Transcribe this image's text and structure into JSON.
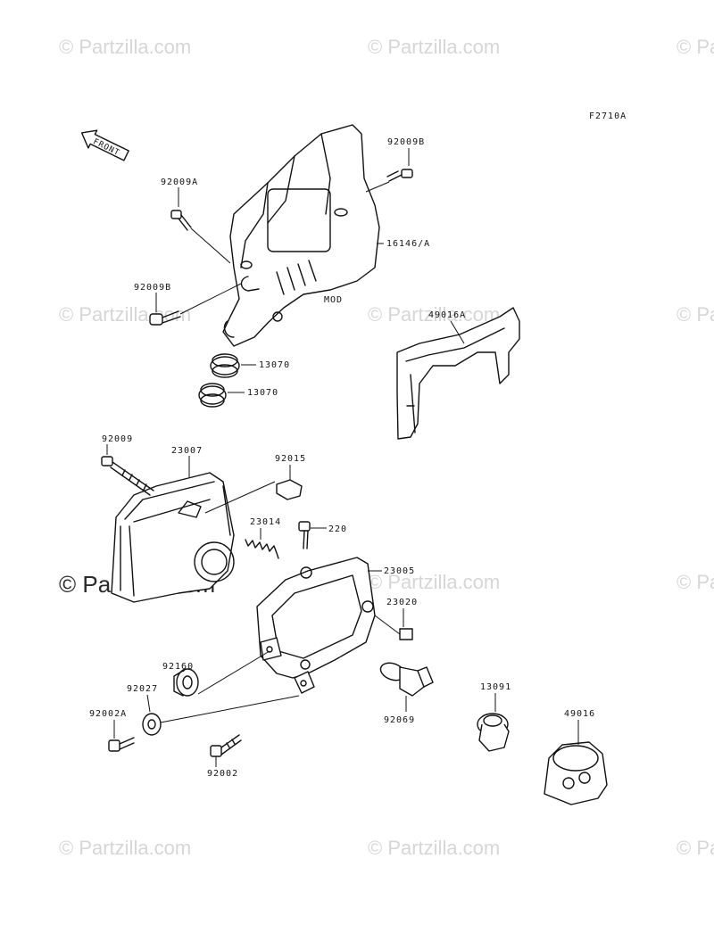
{
  "figure_code": "F2710A",
  "front_label": "FRONT",
  "mod_label": "MOD",
  "watermark_text": "© Partzilla.com",
  "parts": {
    "p92009B_top": "92009B",
    "p92009A": "92009A",
    "p16146A": "16146/A",
    "p92009B_left": "92009B",
    "p13070_a": "13070",
    "p13070_b": "13070",
    "p49016A": "49016A",
    "p92009": "92009",
    "p23007": "23007",
    "p92015": "92015",
    "p23014": "23014",
    "p220": "220",
    "p23005": "23005",
    "p23020": "23020",
    "p92160": "92160",
    "p92027": "92027",
    "p92002A": "92002A",
    "p92002": "92002",
    "p92069": "92069",
    "p13091": "13091",
    "p49016": "49016"
  }
}
